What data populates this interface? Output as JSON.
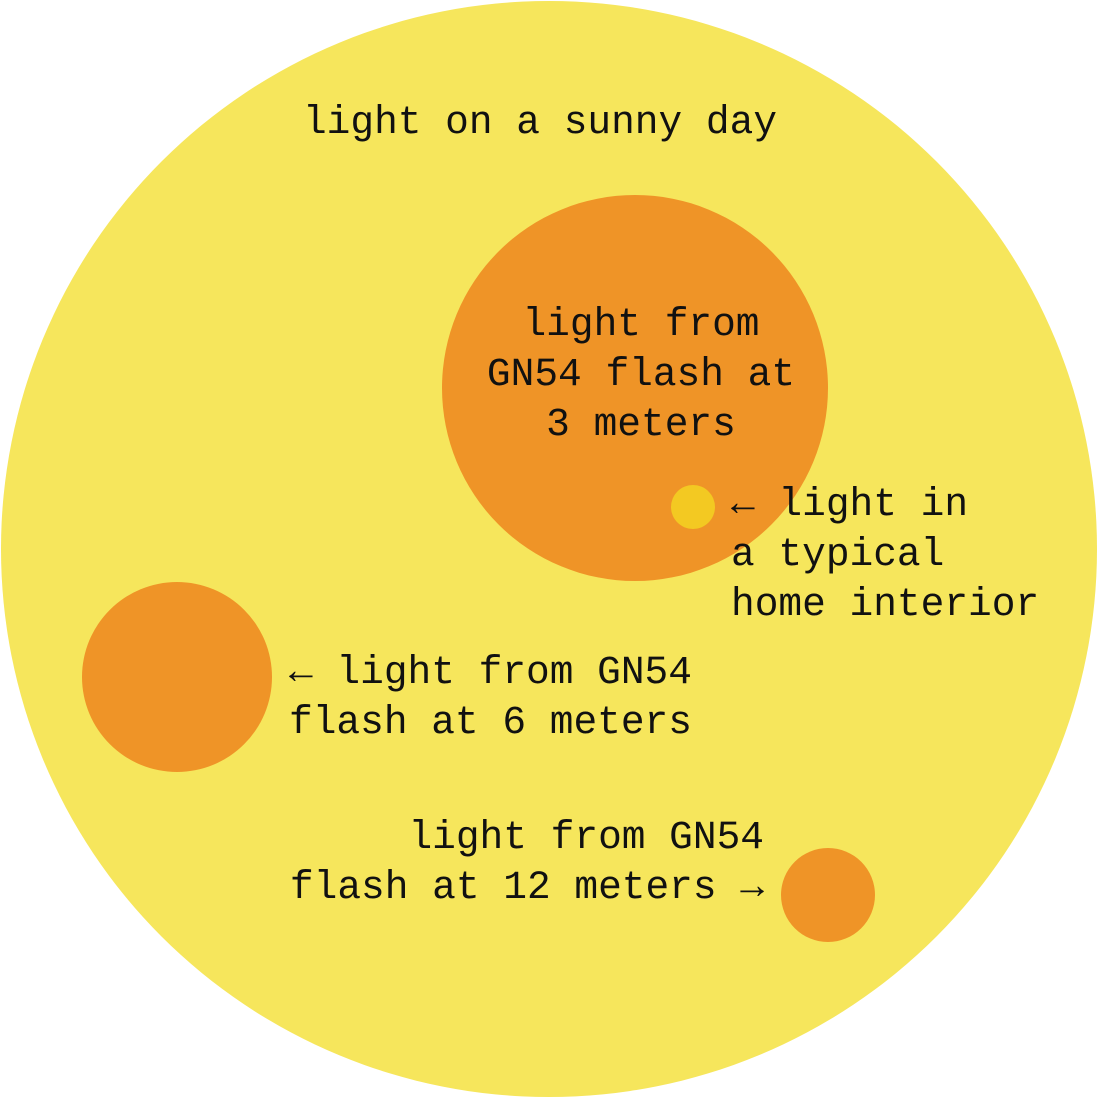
{
  "colors": {
    "sunny": "#F6E65C",
    "flash": "#EF9427",
    "interior": "#F3C922",
    "text": "#111111"
  },
  "labels": {
    "sunny_day": "light on a sunny day",
    "flash_3m": [
      "light from",
      "GN54 flash at",
      "3 meters"
    ],
    "interior": [
      "← light in",
      "a typical",
      "home interior"
    ],
    "flash_6m": [
      "← light from GN54",
      "flash at 6 meters"
    ],
    "flash_12m": [
      "light from GN54",
      "flash at 12 meters →"
    ]
  }
}
